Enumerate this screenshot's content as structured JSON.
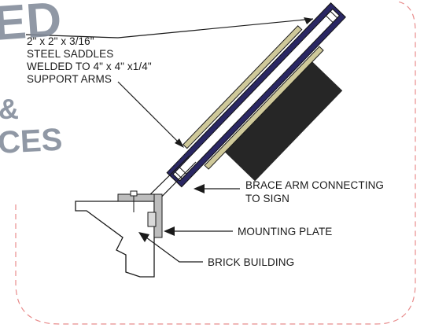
{
  "stamp": {
    "line1": "ED",
    "line2": "&",
    "line3": "ICES"
  },
  "labels": {
    "saddle_line1": "2\" x 2\" x 3/16\"",
    "saddle_line2": "STEEL SADDLES",
    "saddle_line3": "WELDED TO 4\" x 4\" x1/4\"",
    "saddle_line4": "SUPPORT ARMS",
    "brace_line1": "BRACE ARM CONNECTING",
    "brace_line2": "TO SIGN",
    "mounting_plate": "MOUNTING PLATE",
    "brick_building": "BRICK BUILDING"
  },
  "colors": {
    "sign_face": "#2a2763",
    "sign_back": "#262626",
    "saddle": "#cfc99a",
    "border_dash": "#e88c8c",
    "plate": "#bdbdbd",
    "stamp": "#7d8796"
  }
}
